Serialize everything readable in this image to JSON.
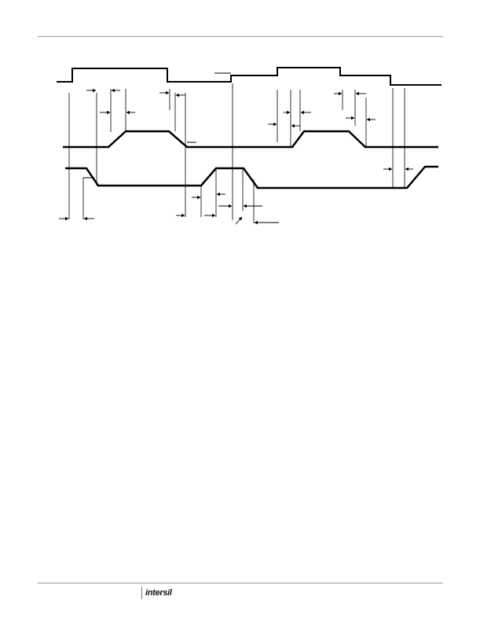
{
  "page": {
    "footer_logo_text": "intersil"
  },
  "diagram": {
    "type": "timing-diagram",
    "waveforms": [
      {
        "name": "",
        "shape": "digital-pulses"
      },
      {
        "name": "",
        "shape": "trapezoid-pulses"
      },
      {
        "name": "",
        "shape": "inverted-trapezoid-pulses"
      }
    ],
    "colors": {
      "stroke": "#000000",
      "rule": "#9a9a9a"
    }
  }
}
